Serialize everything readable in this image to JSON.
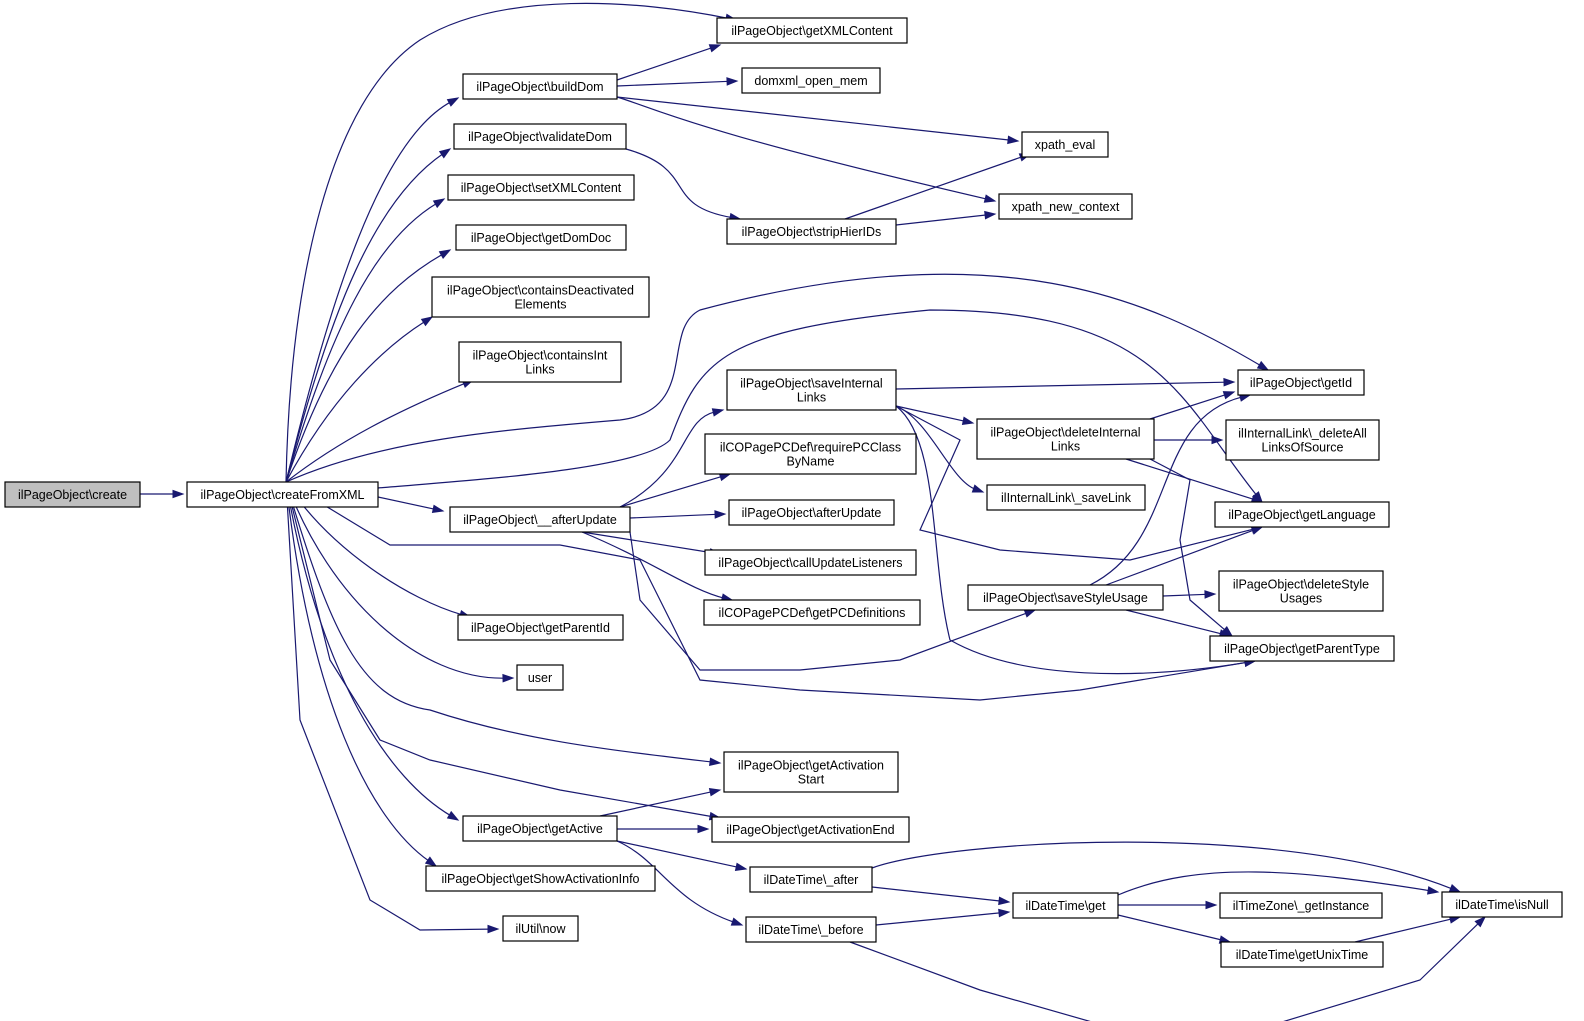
{
  "diagram": {
    "type": "call-graph",
    "edge_color": "#191970",
    "root_fill": "#bfbfbf",
    "nodes": [
      {
        "id": "create",
        "lines": [
          "ilPageObject\\create"
        ]
      },
      {
        "id": "createFromXML",
        "lines": [
          "ilPageObject\\createFromXML"
        ]
      },
      {
        "id": "buildDom",
        "lines": [
          "ilPageObject\\buildDom"
        ]
      },
      {
        "id": "validateDom",
        "lines": [
          "ilPageObject\\validateDom"
        ]
      },
      {
        "id": "setXMLContent",
        "lines": [
          "ilPageObject\\setXMLContent"
        ]
      },
      {
        "id": "getDomDoc",
        "lines": [
          "ilPageObject\\getDomDoc"
        ]
      },
      {
        "id": "containsDeactivated",
        "lines": [
          "ilPageObject\\containsDeactivated",
          "Elements"
        ]
      },
      {
        "id": "containsIntLinks",
        "lines": [
          "ilPageObject\\containsInt",
          "Links"
        ]
      },
      {
        "id": "afterUpdate2",
        "lines": [
          "ilPageObject\\__afterUpdate"
        ]
      },
      {
        "id": "getParentId",
        "lines": [
          "ilPageObject\\getParentId"
        ]
      },
      {
        "id": "user",
        "lines": [
          "user"
        ]
      },
      {
        "id": "getActive",
        "lines": [
          "ilPageObject\\getActive"
        ]
      },
      {
        "id": "getShowActivationInfo",
        "lines": [
          "ilPageObject\\getShowActivationInfo"
        ]
      },
      {
        "id": "now",
        "lines": [
          "ilUtil\\now"
        ]
      },
      {
        "id": "getXMLContent",
        "lines": [
          "ilPageObject\\getXMLContent"
        ]
      },
      {
        "id": "domxml",
        "lines": [
          "domxml_open_mem"
        ]
      },
      {
        "id": "stripHierIDs",
        "lines": [
          "ilPageObject\\stripHierIDs"
        ]
      },
      {
        "id": "saveInternalLinks",
        "lines": [
          "ilPageObject\\saveInternal",
          "Links"
        ]
      },
      {
        "id": "requirePCClass",
        "lines": [
          "ilCOPagePCDef\\requirePCClass",
          "ByName"
        ]
      },
      {
        "id": "afterUpdate",
        "lines": [
          "ilPageObject\\afterUpdate"
        ]
      },
      {
        "id": "callUpdateListeners",
        "lines": [
          "ilPageObject\\callUpdateListeners"
        ]
      },
      {
        "id": "getPCDefinitions",
        "lines": [
          "ilCOPagePCDef\\getPCDefinitions"
        ]
      },
      {
        "id": "getActivationStart",
        "lines": [
          "ilPageObject\\getActivation",
          "Start"
        ]
      },
      {
        "id": "getActivationEnd",
        "lines": [
          "ilPageObject\\getActivationEnd"
        ]
      },
      {
        "id": "after",
        "lines": [
          "ilDateTime\\_after"
        ]
      },
      {
        "id": "before",
        "lines": [
          "ilDateTime\\_before"
        ]
      },
      {
        "id": "xpath_eval",
        "lines": [
          "xpath_eval"
        ]
      },
      {
        "id": "xpath_new_context",
        "lines": [
          "xpath_new_context"
        ]
      },
      {
        "id": "deleteInternalLinks",
        "lines": [
          "ilPageObject\\deleteInternal",
          "Links"
        ]
      },
      {
        "id": "saveLink",
        "lines": [
          "ilInternalLink\\_saveLink"
        ]
      },
      {
        "id": "saveStyleUsage",
        "lines": [
          "ilPageObject\\saveStyleUsage"
        ]
      },
      {
        "id": "dtGet",
        "lines": [
          "ilDateTime\\get"
        ]
      },
      {
        "id": "getId",
        "lines": [
          "ilPageObject\\getId"
        ]
      },
      {
        "id": "deleteAllLinks",
        "lines": [
          "ilInternalLink\\_deleteAll",
          "LinksOfSource"
        ]
      },
      {
        "id": "getLanguage",
        "lines": [
          "ilPageObject\\getLanguage"
        ]
      },
      {
        "id": "deleteStyleUsages",
        "lines": [
          "ilPageObject\\deleteStyle",
          "Usages"
        ]
      },
      {
        "id": "getParentType",
        "lines": [
          "ilPageObject\\getParentType"
        ]
      },
      {
        "id": "getInstance",
        "lines": [
          "ilTimeZone\\_getInstance"
        ]
      },
      {
        "id": "getUnixTime",
        "lines": [
          "ilDateTime\\getUnixTime"
        ]
      },
      {
        "id": "isNull",
        "lines": [
          "ilDateTime\\isNull"
        ]
      }
    ],
    "edges": [
      {
        "from": "create",
        "to": "createFromXML"
      },
      {
        "from": "createFromXML",
        "to": "buildDom"
      },
      {
        "from": "createFromXML",
        "to": "getXMLContent"
      },
      {
        "from": "createFromXML",
        "to": "validateDom"
      },
      {
        "from": "createFromXML",
        "to": "setXMLContent"
      },
      {
        "from": "createFromXML",
        "to": "getDomDoc"
      },
      {
        "from": "createFromXML",
        "to": "containsDeactivated"
      },
      {
        "from": "createFromXML",
        "to": "containsIntLinks"
      },
      {
        "from": "createFromXML",
        "to": "getId"
      },
      {
        "from": "createFromXML",
        "to": "getLanguage"
      },
      {
        "from": "createFromXML",
        "to": "afterUpdate2"
      },
      {
        "from": "createFromXML",
        "to": "getParentType"
      },
      {
        "from": "createFromXML",
        "to": "getParentId"
      },
      {
        "from": "createFromXML",
        "to": "user"
      },
      {
        "from": "createFromXML",
        "to": "getActivationStart"
      },
      {
        "from": "createFromXML",
        "to": "getActivationEnd"
      },
      {
        "from": "createFromXML",
        "to": "getActive"
      },
      {
        "from": "createFromXML",
        "to": "getShowActivationInfo"
      },
      {
        "from": "createFromXML",
        "to": "now"
      },
      {
        "from": "buildDom",
        "to": "getXMLContent"
      },
      {
        "from": "buildDom",
        "to": "domxml"
      },
      {
        "from": "buildDom",
        "to": "xpath_eval"
      },
      {
        "from": "buildDom",
        "to": "xpath_new_context"
      },
      {
        "from": "validateDom",
        "to": "stripHierIDs"
      },
      {
        "from": "stripHierIDs",
        "to": "xpath_eval"
      },
      {
        "from": "stripHierIDs",
        "to": "xpath_new_context"
      },
      {
        "from": "afterUpdate2",
        "to": "saveInternalLinks"
      },
      {
        "from": "afterUpdate2",
        "to": "requirePCClass"
      },
      {
        "from": "afterUpdate2",
        "to": "afterUpdate"
      },
      {
        "from": "afterUpdate2",
        "to": "callUpdateListeners"
      },
      {
        "from": "afterUpdate2",
        "to": "getPCDefinitions"
      },
      {
        "from": "afterUpdate2",
        "to": "saveStyleUsage"
      },
      {
        "from": "saveInternalLinks",
        "to": "getId"
      },
      {
        "from": "saveInternalLinks",
        "to": "deleteInternalLinks"
      },
      {
        "from": "saveInternalLinks",
        "to": "saveLink"
      },
      {
        "from": "saveInternalLinks",
        "to": "getLanguage"
      },
      {
        "from": "saveInternalLinks",
        "to": "getParentType"
      },
      {
        "from": "deleteInternalLinks",
        "to": "getId"
      },
      {
        "from": "deleteInternalLinks",
        "to": "deleteAllLinks"
      },
      {
        "from": "deleteInternalLinks",
        "to": "getLanguage"
      },
      {
        "from": "deleteInternalLinks",
        "to": "getParentType"
      },
      {
        "from": "saveStyleUsage",
        "to": "getId"
      },
      {
        "from": "saveStyleUsage",
        "to": "getLanguage"
      },
      {
        "from": "saveStyleUsage",
        "to": "deleteStyleUsages"
      },
      {
        "from": "saveStyleUsage",
        "to": "getParentType"
      },
      {
        "from": "getActive",
        "to": "getActivationStart"
      },
      {
        "from": "getActive",
        "to": "getActivationEnd"
      },
      {
        "from": "getActive",
        "to": "after"
      },
      {
        "from": "getActive",
        "to": "before"
      },
      {
        "from": "after",
        "to": "isNull"
      },
      {
        "from": "after",
        "to": "dtGet"
      },
      {
        "from": "before",
        "to": "dtGet"
      },
      {
        "from": "before",
        "to": "isNull"
      },
      {
        "from": "dtGet",
        "to": "isNull"
      },
      {
        "from": "dtGet",
        "to": "getInstance"
      },
      {
        "from": "dtGet",
        "to": "getUnixTime"
      },
      {
        "from": "getUnixTime",
        "to": "isNull"
      }
    ]
  }
}
